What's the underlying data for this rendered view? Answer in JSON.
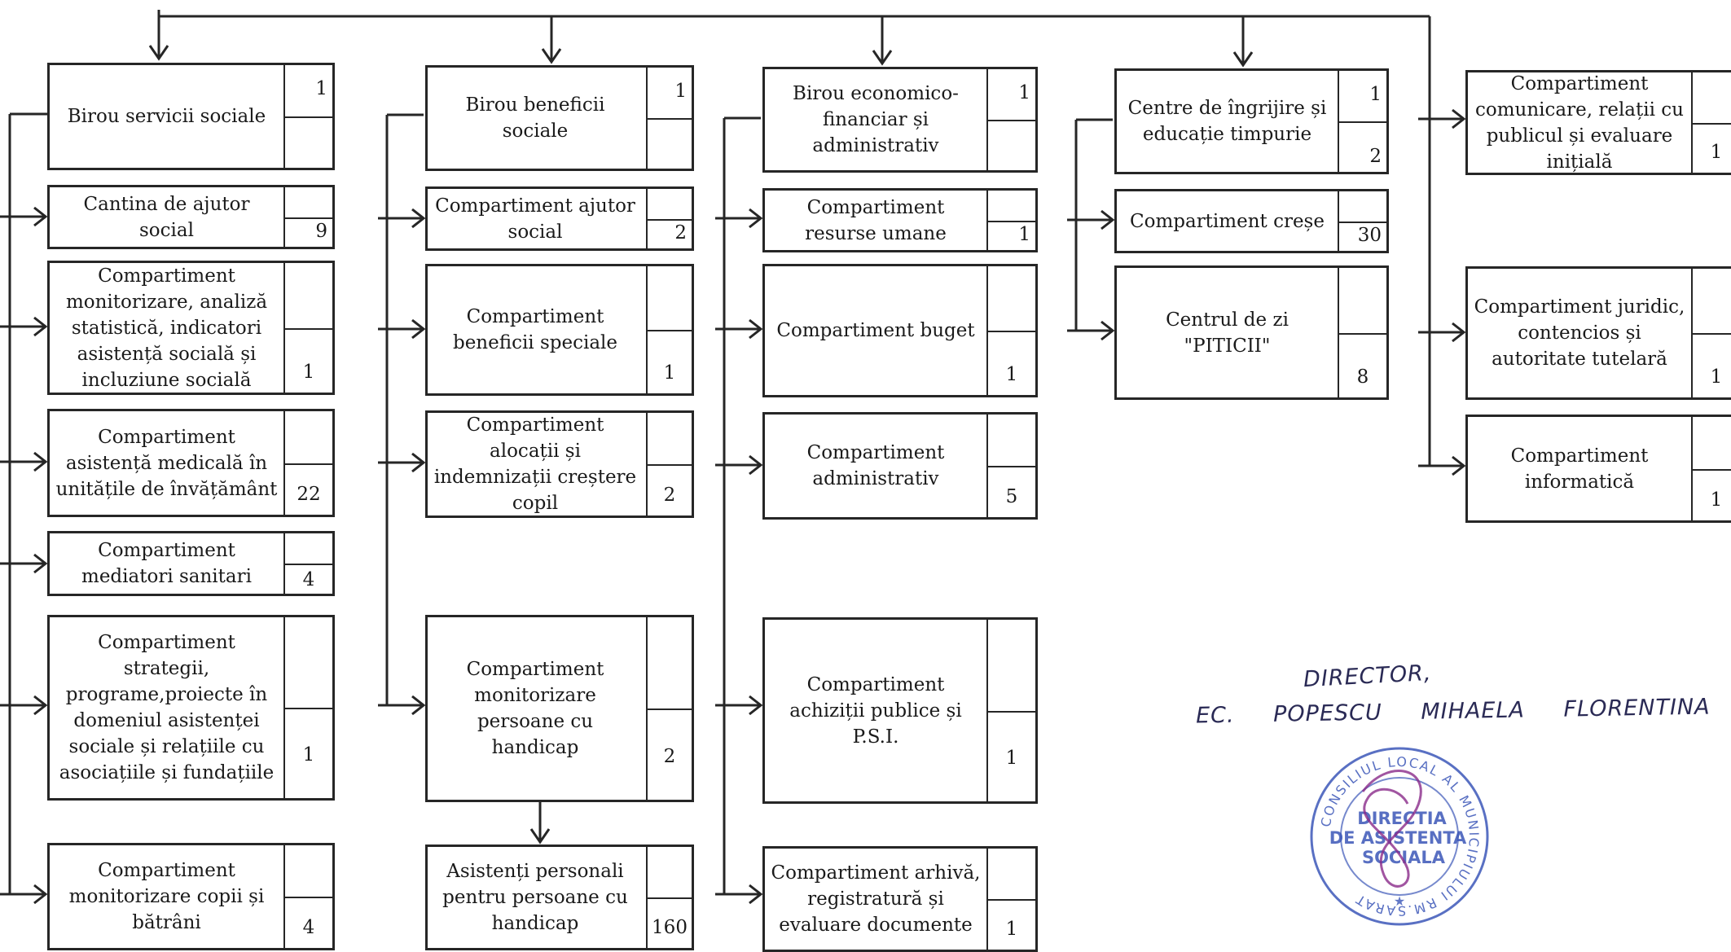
{
  "colors": {
    "line": "#262626",
    "stamp": "#3c57b8"
  },
  "columns": {
    "servicii": {
      "head": {
        "label": "Birou servicii sociale",
        "top": "1",
        "bottom": ""
      },
      "items": [
        {
          "label": "Cantina de ajutor\nsocial",
          "top": "",
          "bottom": "9"
        },
        {
          "label": "Compartiment\nmonitorizare, analiză\nstatistică, indicatori\nasistență socială și\nincluziune socială",
          "top": "",
          "bottom": "1"
        },
        {
          "label": "Compartiment\nasistență medicală în\nunitățile de învățământ",
          "top": "",
          "bottom": "22"
        },
        {
          "label": "Compartiment\nmediatori sanitari",
          "top": "",
          "bottom": "4"
        },
        {
          "label": "Compartiment strategii,\nprograme,proiecte în\ndomeniul asistenței\nsociale și relațiile cu\nasociațiile și fundațiile",
          "top": "",
          "bottom": "1"
        },
        {
          "label": "Compartiment\nmonitorizare copii și\nbătrâni",
          "top": "",
          "bottom": "4"
        }
      ]
    },
    "beneficii": {
      "head": {
        "label": "Birou beneficii sociale",
        "top": "1",
        "bottom": ""
      },
      "items": [
        {
          "label": "Compartiment ajutor\nsocial",
          "top": "",
          "bottom": "2"
        },
        {
          "label": "Compartiment\nbeneficii speciale",
          "top": "",
          "bottom": "1"
        },
        {
          "label": "Compartiment\nalocații și\nindemnizații creștere\ncopil",
          "top": "",
          "bottom": "2"
        },
        {
          "label": "Compartiment\nmonitorizare\npersoane cu handicap",
          "top": "",
          "bottom": "2"
        }
      ],
      "sub": {
        "label": "Asistenți personali\npentru persoane cu\nhandicap",
        "top": "",
        "bottom": "160"
      }
    },
    "economic": {
      "head": {
        "label": "Birou economico-\nfinanciar și\nadministrativ",
        "top": "1",
        "bottom": ""
      },
      "items": [
        {
          "label": "Compartiment\nresurse umane",
          "top": "",
          "bottom": "1"
        },
        {
          "label": "Compartiment buget",
          "top": "",
          "bottom": "1"
        },
        {
          "label": "Compartiment\nadministrativ",
          "top": "",
          "bottom": "5"
        },
        {
          "label": "Compartiment\nachiziții publice și\nP.S.I.",
          "top": "",
          "bottom": "1"
        },
        {
          "label": "Compartiment arhivă,\nregistratură și\nevaluare documente",
          "top": "",
          "bottom": "1"
        }
      ]
    },
    "centre": {
      "head": {
        "label": "Centre de îngrijire și\neducație timpurie",
        "top": "1",
        "bottom": "2"
      },
      "items": [
        {
          "label": "Compartiment creșe",
          "top": "",
          "bottom": "30"
        },
        {
          "label": "Centrul de zi \"PITICII\"",
          "top": "",
          "bottom": "8"
        }
      ]
    },
    "right": {
      "items": [
        {
          "label": "Compartiment\ncomunicare, relații cu\npublicul și evaluare\ninițială",
          "top": "",
          "bottom": "1"
        },
        {
          "label": "Compartiment juridic,\ncontencios și\nautoritate tutelară",
          "top": "",
          "bottom": "1"
        },
        {
          "label": "Compartiment\ninformatică",
          "top": "",
          "bottom": "1"
        }
      ]
    }
  },
  "signature": {
    "title": "DIRECTOR,",
    "name": "EC. POPESCU MIHAELA FLORENTINA"
  },
  "stamp": {
    "ring_text": "CONSILIUL LOCAL AL MUNICIPIULUI RM.SARAT",
    "line1": "DIRECTIA",
    "line2": "DE ASISTENTA",
    "line3": "SOCIALA"
  }
}
